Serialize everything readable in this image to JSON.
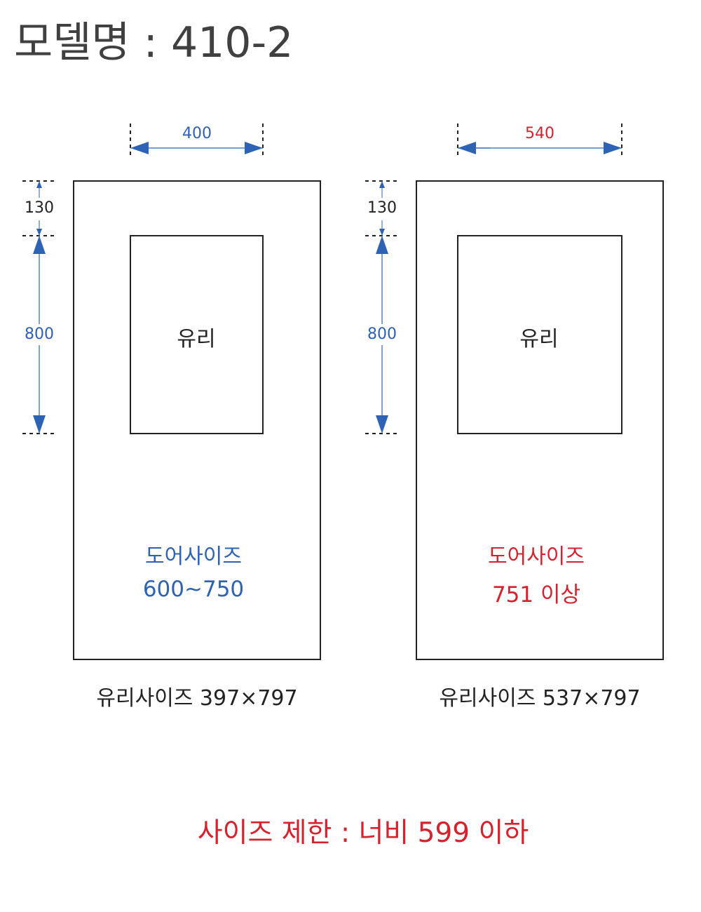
{
  "title": "모델명 : 410-2",
  "colors": {
    "blue": "#2d62b5",
    "red": "#d7222e",
    "line": "#222222"
  },
  "doors": [
    {
      "width_dim": "400",
      "top_dim": "130",
      "height_dim": "800",
      "glass_label": "유리",
      "door_size_label": "도어사이즈",
      "door_size_value": "600~750",
      "glass_size": "유리사이즈 397×797",
      "accent": "blue"
    },
    {
      "width_dim": "540",
      "top_dim": "130",
      "height_dim": "800",
      "glass_label": "유리",
      "door_size_label": "도어사이즈",
      "door_size_value": "751 이상",
      "glass_size": "유리사이즈 537×797",
      "accent": "red"
    }
  ],
  "restriction": "사이즈 제한 : 너비 599 이하"
}
